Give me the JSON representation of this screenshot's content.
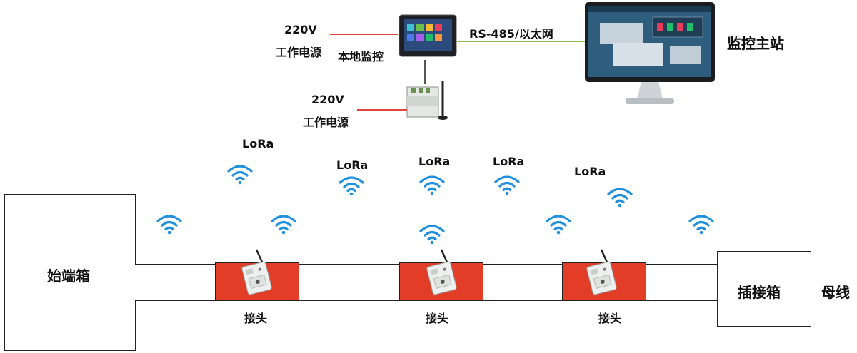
{
  "labels": {
    "power_top": [
      "220V",
      "工作电源"
    ],
    "power_bottom": [
      "220V",
      "工作电源"
    ],
    "local_monitor": "本地监控",
    "link": "RS-485/以太网",
    "master_station": "监控主站",
    "start_box": "始端箱",
    "plug_box": "插接箱",
    "busbar": "母线",
    "joint": "接头",
    "lora": "LoRa"
  },
  "colors": {
    "joint_fill": "#e23d26",
    "wifi": "#1f8fe0",
    "power_wire": "#e0453a",
    "link_wire": "#8cc152"
  },
  "icons": [
    "wifi-icon",
    "touch-panel-icon",
    "monitor-icon",
    "gateway-icon",
    "sensor-device-icon"
  ]
}
